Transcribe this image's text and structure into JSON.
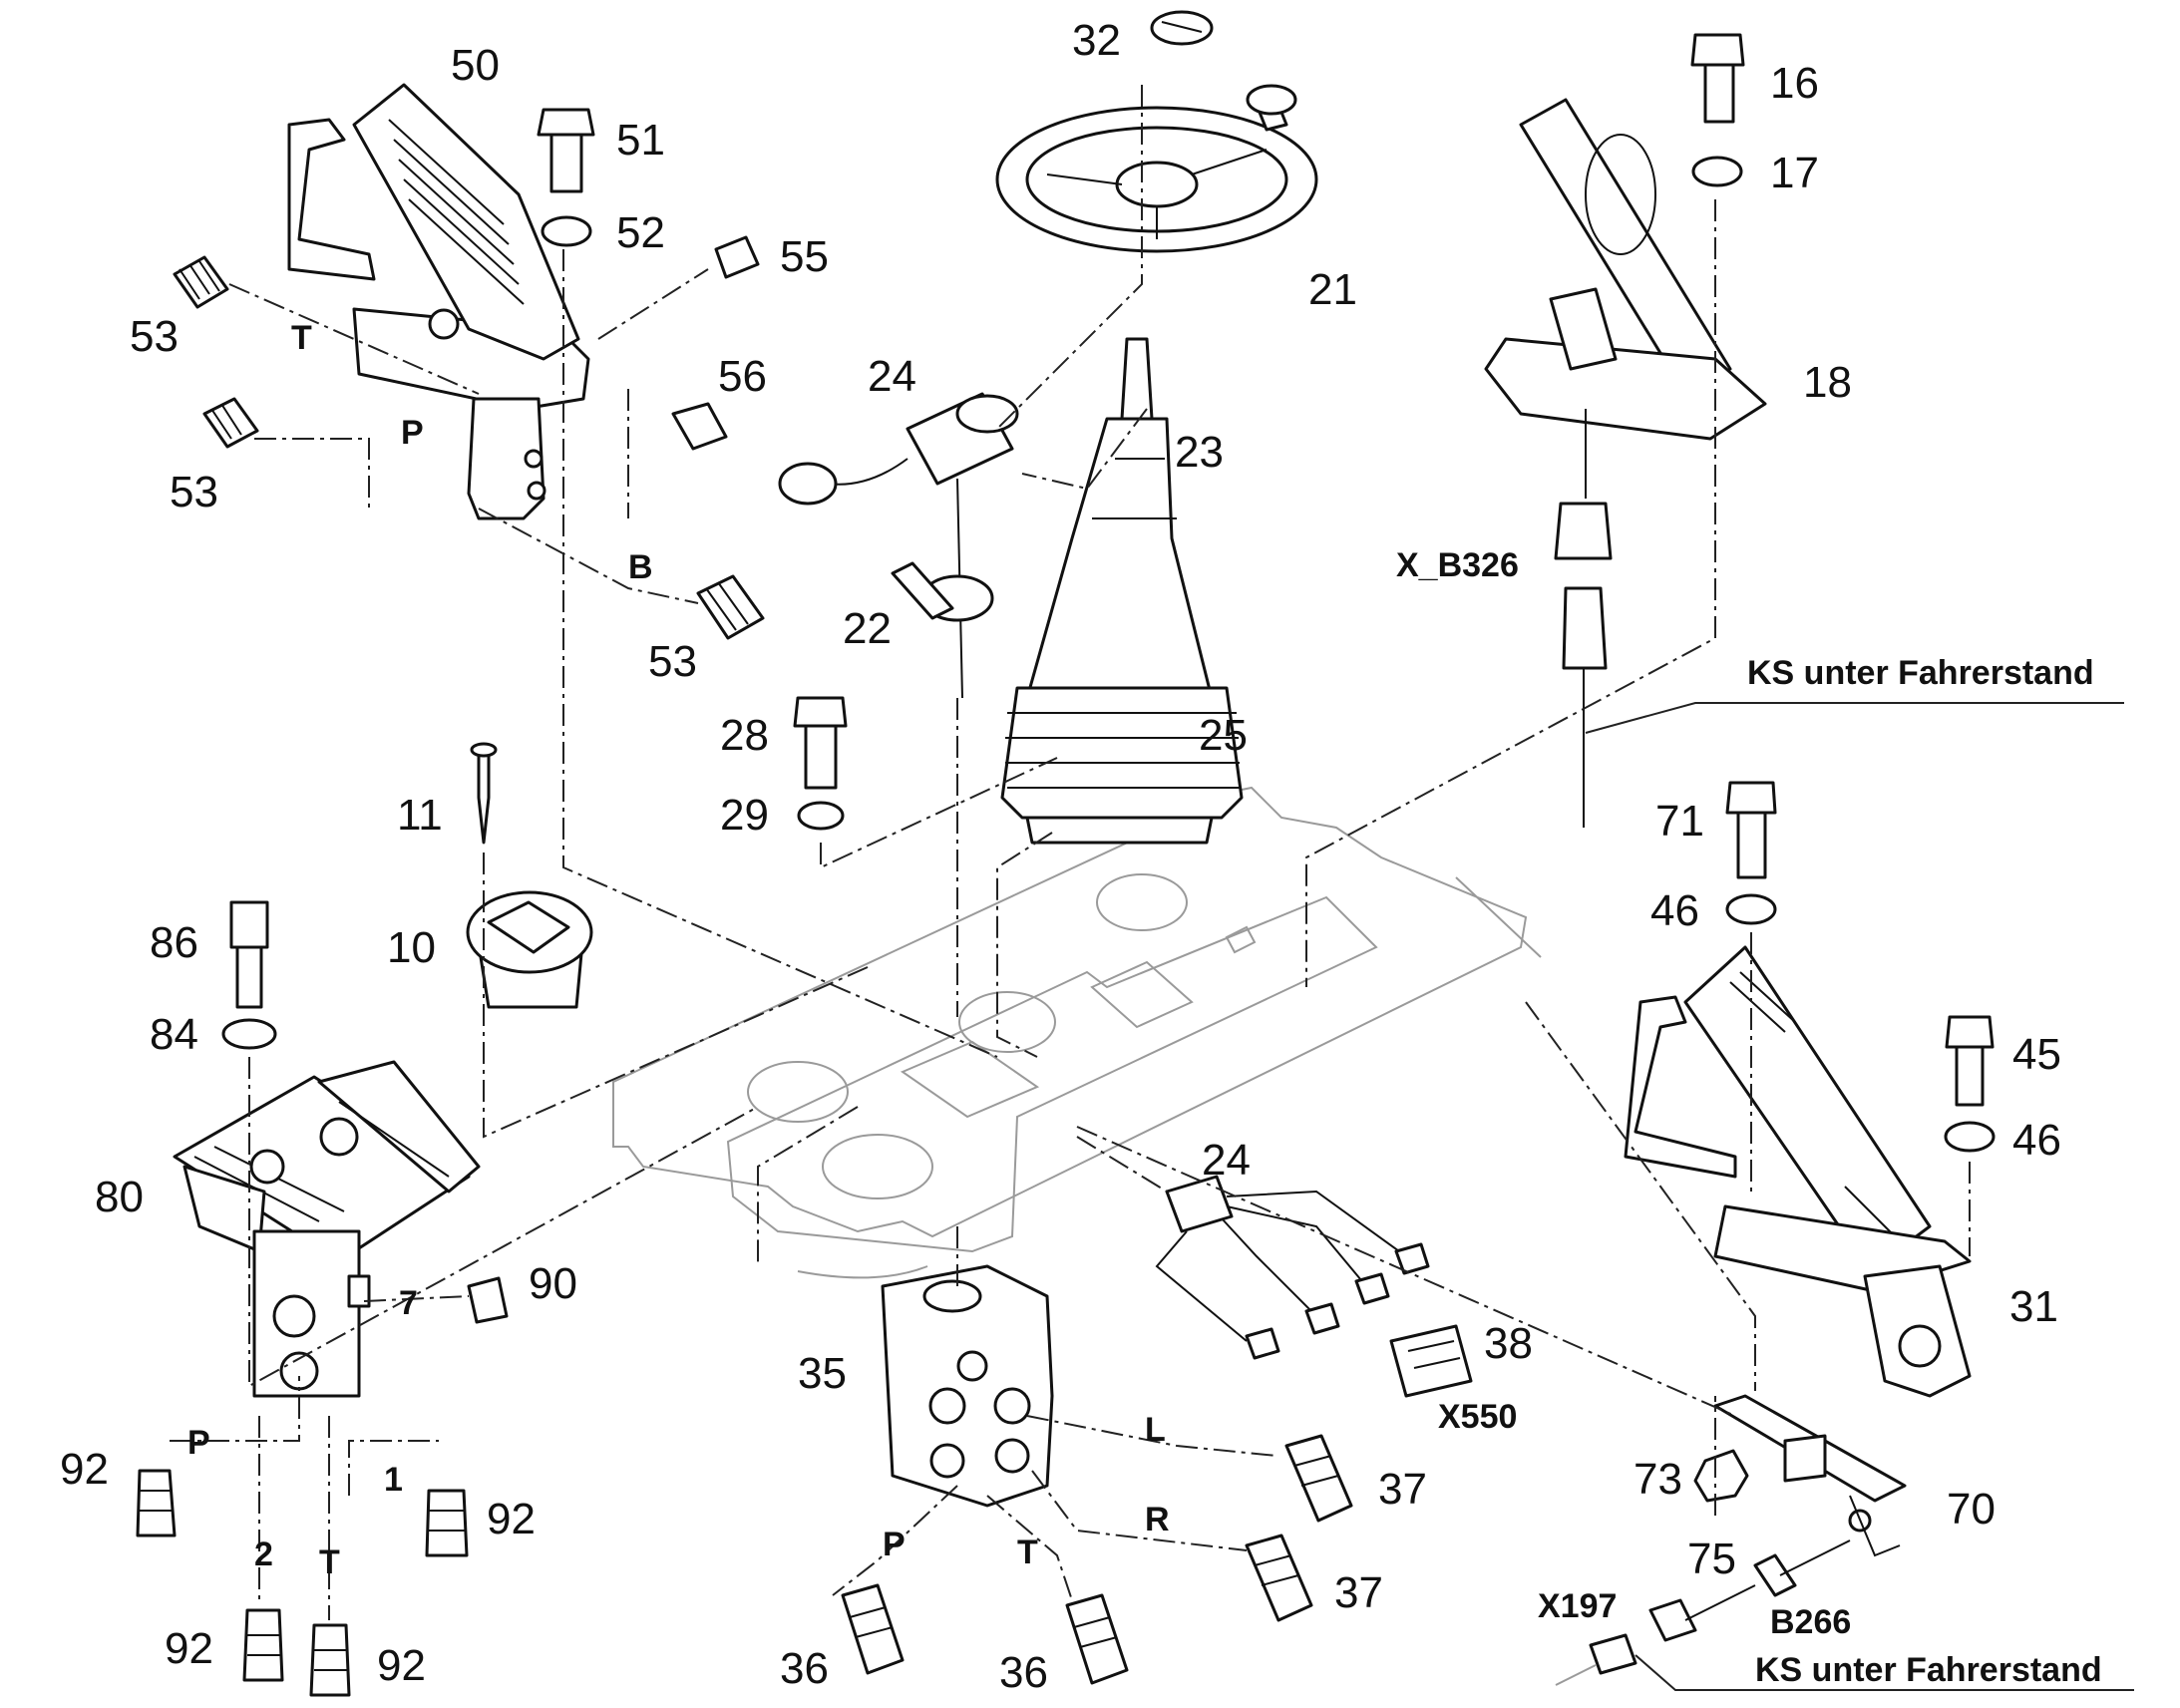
{
  "labels": {
    "n50": "50",
    "n51": "51",
    "n52": "52",
    "n53a": "53",
    "n53b": "53",
    "n53c": "53",
    "n55": "55",
    "n56": "56",
    "n32": "32",
    "n21": "21",
    "n24a": "24",
    "n24b": "24",
    "n23": "23",
    "n22": "22",
    "n25": "25",
    "n28": "28",
    "n29": "29",
    "n11": "11",
    "n10": "10",
    "n86": "86",
    "n84": "84",
    "n80": "80",
    "n90": "90",
    "n7": "7",
    "n92a": "92",
    "n92b": "92",
    "n92c": "92",
    "n92d": "92",
    "n35": "35",
    "n38": "38",
    "n37a": "37",
    "n37b": "37",
    "n36a": "36",
    "n36b": "36",
    "n16": "16",
    "n17": "17",
    "n18": "18",
    "n71": "71",
    "n46a": "46",
    "n45": "45",
    "n46b": "46",
    "n31": "31",
    "n73": "73",
    "n70": "70",
    "n75": "75"
  },
  "ports": {
    "t_top": "T",
    "p_top": "P",
    "b_top": "B",
    "p_left": "P",
    "one_left": "1",
    "two_left": "2",
    "t_left": "T",
    "l_mid": "L",
    "r_mid": "R",
    "p_mid": "P",
    "t_mid": "T"
  },
  "connectors": {
    "x_b326": "X_B326",
    "x550": "X550",
    "x197": "X197",
    "b266": "B266",
    "ks_top": "KS unter Fahrerstand",
    "ks_bottom": "KS unter Fahrerstand"
  }
}
